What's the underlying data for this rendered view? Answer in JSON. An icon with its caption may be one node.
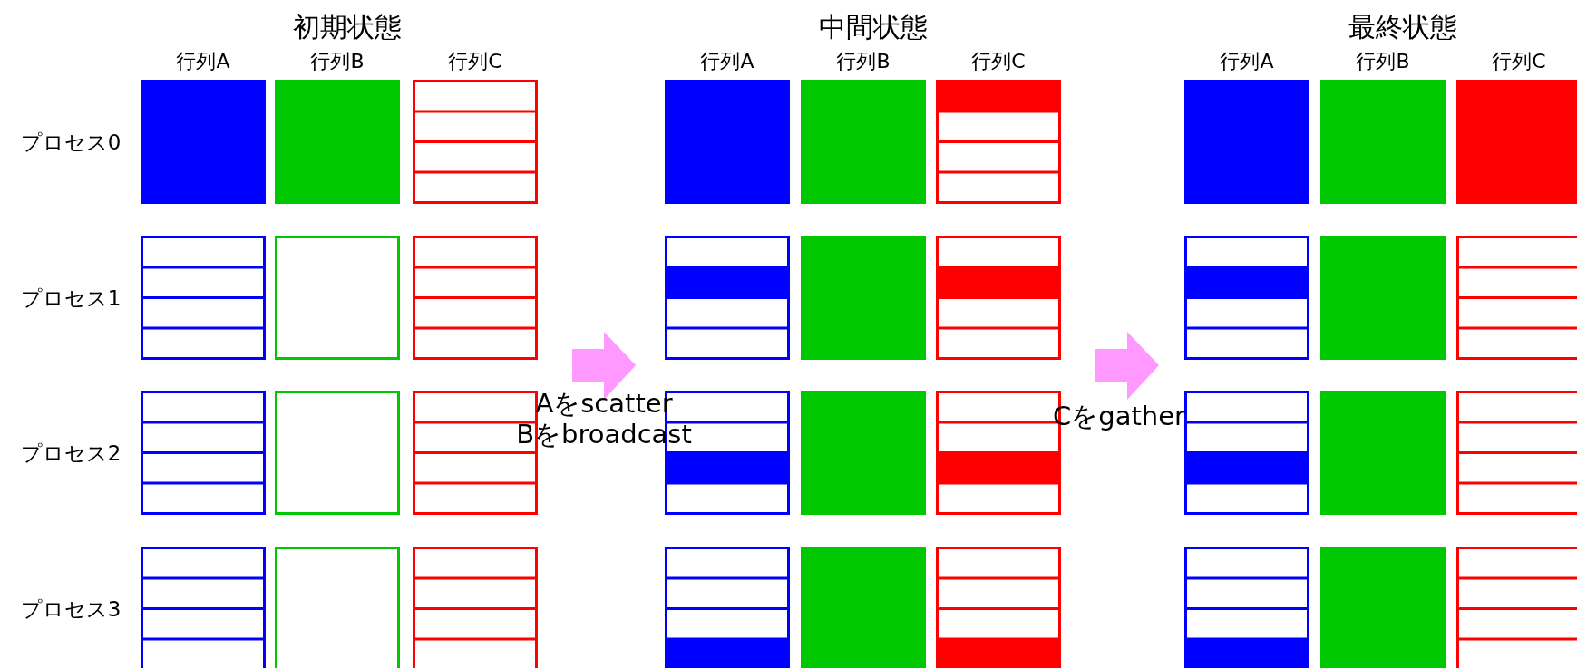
{
  "diagram": {
    "labels": [
      "初期状態",
      "中間状態",
      "最終状態",
      "行列A",
      "行列B",
      "行列C",
      "行列A",
      "行列B",
      "行列C",
      "行列A",
      "行列B",
      "行列C",
      "プロセス0",
      "プロセス1",
      "プロセス2",
      "プロセス3",
      "Aをscatter",
      "Bをbroadcast",
      "Cをgather"
    ]
  }
}
